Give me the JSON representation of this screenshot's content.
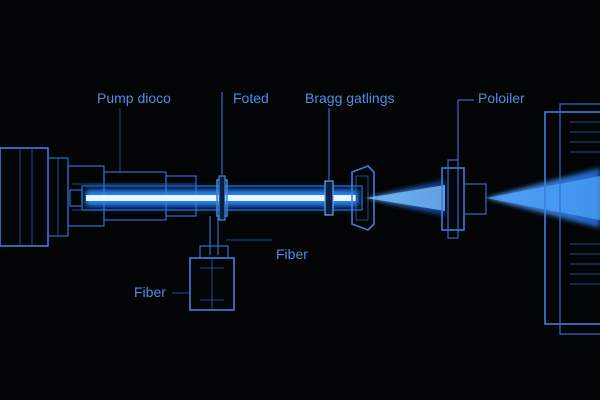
{
  "labels": {
    "pump_diode": "Pump dioco",
    "fbg": "Foted",
    "bragg": "Bragg gatlings",
    "polarizer": "Poloiler",
    "fiber_right": "Fiber",
    "fiber_left": "Fiber"
  },
  "colors": {
    "background": "#020406",
    "wireframe": "#2f6fc9",
    "beam_core": "#e8f6ff",
    "beam_glow": "#1f7bff",
    "label": "#4f8de6"
  }
}
